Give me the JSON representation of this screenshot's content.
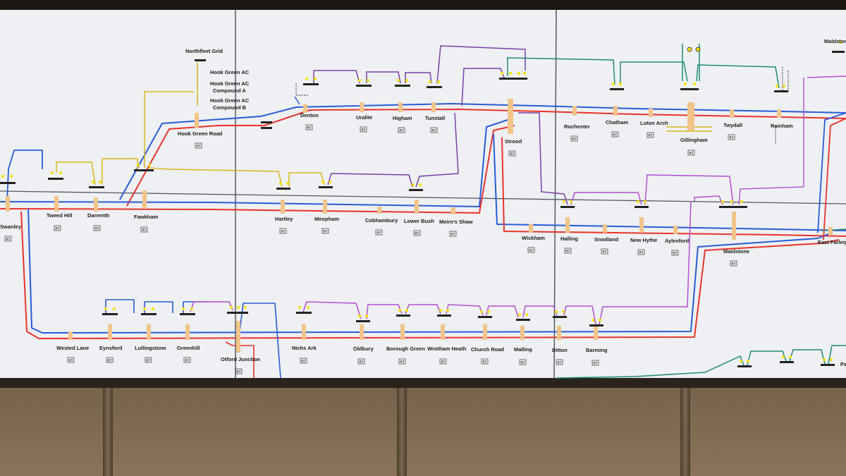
{
  "stations": [
    {
      "id": "swanley",
      "name": "Swanley"
    },
    {
      "id": "tweed-hill",
      "name": "Tweed Hill"
    },
    {
      "id": "darrenth",
      "name": "Darrenth"
    },
    {
      "id": "fawkham",
      "name": "Fawkham"
    },
    {
      "id": "hartley",
      "name": "Hartley"
    },
    {
      "id": "meopham",
      "name": "Meopham"
    },
    {
      "id": "cobhambury",
      "name": "Cobhambury"
    },
    {
      "id": "lower-bush",
      "name": "Lower Bush"
    },
    {
      "id": "meirns-shaw",
      "name": "Meirn's Shaw"
    },
    {
      "id": "wickham",
      "name": "Wickham"
    },
    {
      "id": "halling",
      "name": "Halling"
    },
    {
      "id": "snodland",
      "name": "Snodland"
    },
    {
      "id": "new-hythe",
      "name": "New Hythe"
    },
    {
      "id": "aylesford",
      "name": "Aylesford"
    },
    {
      "id": "maidstone",
      "name": "Maidstone"
    },
    {
      "id": "east-farleigh",
      "name": "East Farleigh"
    },
    {
      "id": "hook-green-road",
      "name": "Hook Green Road"
    },
    {
      "id": "denton",
      "name": "Denton"
    },
    {
      "id": "uralite",
      "name": "Uralite"
    },
    {
      "id": "higham",
      "name": "Higham"
    },
    {
      "id": "tunstall",
      "name": "Tunstall"
    },
    {
      "id": "strood",
      "name": "Strood"
    },
    {
      "id": "rochester",
      "name": "Rochester"
    },
    {
      "id": "chatham",
      "name": "Chatham"
    },
    {
      "id": "luton-arch",
      "name": "Luton Arch"
    },
    {
      "id": "gillingham",
      "name": "Gillingham"
    },
    {
      "id": "twydall",
      "name": "Twydall"
    },
    {
      "id": "rainham",
      "name": "Rainham"
    },
    {
      "id": "wested-lane",
      "name": "Wested Lane"
    },
    {
      "id": "eynsford",
      "name": "Eynsford"
    },
    {
      "id": "lullingstone",
      "name": "Lullingstone"
    },
    {
      "id": "greenhill",
      "name": "Greenhill"
    },
    {
      "id": "otford-junction",
      "name": "Otford Junction"
    },
    {
      "id": "nichs-ark",
      "name": "Nichs Ark"
    },
    {
      "id": "oldbury",
      "name": "Oldbury"
    },
    {
      "id": "borough-green",
      "name": "Borough Green"
    },
    {
      "id": "wrotham-heath",
      "name": "Wrotham Heath"
    },
    {
      "id": "church-road",
      "name": "Church Road"
    },
    {
      "id": "malling",
      "name": "Malling"
    },
    {
      "id": "ditton",
      "name": "Ditton"
    },
    {
      "id": "barming",
      "name": "Barming"
    },
    {
      "id": "maidstone-top",
      "name": "Maidstone"
    },
    {
      "id": "pa",
      "name": "Pa"
    }
  ],
  "feeders": [
    {
      "id": "northfleet-grid",
      "name": "Northfleet Grid"
    },
    {
      "id": "hook-green-ac",
      "name": "Hook Green AC"
    },
    {
      "id": "hook-green-ac-a",
      "name": "Hook Green AC Compound A"
    },
    {
      "id": "hook-green-ac-b",
      "name": "Hook Green AC Compound B"
    }
  ],
  "rt_label": "RT",
  "colors": {
    "blue": "#2a5bd7",
    "red": "#e8342c",
    "yellow": "#d8b81c",
    "purple": "#7a3fa8",
    "magenta": "#b24fd0",
    "teal": "#1f8a78",
    "platform": "#f2c48a",
    "indicator": "#f5e200"
  }
}
